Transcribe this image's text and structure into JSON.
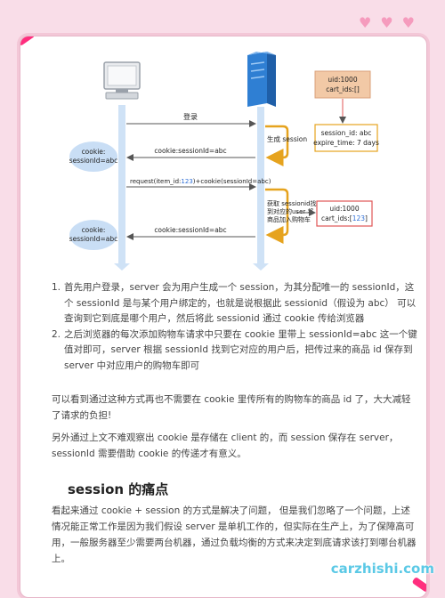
{
  "diagram": {
    "login_label": "登录",
    "cookie1_label": "cookie:sessionId=abc",
    "request_label_prefix": "request(item_id:",
    "request_item_id": "123",
    "request_label_suffix": ")+cookie(sessionId=abc)",
    "cookie2_label": "cookie:sessionId=abc",
    "generate_session_label": "生成 session",
    "lookup_label": [
      "获取 sessionid找",
      "到对应的user 将",
      "商品加入购物车"
    ],
    "client_cookie1": [
      "cookie:",
      "sessionId=abc"
    ],
    "client_cookie2": [
      "cookie:",
      "sessionId=abc"
    ],
    "user_box1": [
      "uid:1000",
      "cart_ids:[]"
    ],
    "session_box": [
      "session_id: abc",
      "expire_time: 7 days"
    ],
    "user_box2_line1": "uid:1000",
    "user_box2_prefix": "cart_ids:[",
    "user_box2_value": "123",
    "user_box2_suffix": "]"
  },
  "list": [
    {
      "num": "1.",
      "text": "首先用户登录，server 会为用户生成一个 session，为其分配唯一的 sessionId，这个 sessionId 是与某个用户绑定的，也就是说根据此 sessionid（假设为 abc） 可以查询到它到底是哪个用户，然后将此 sessionid 通过 cookie 传给浏览器"
    },
    {
      "num": "2.",
      "text": "之后浏览器的每次添加购物车请求中只要在 cookie 里带上 sessionId=abc 这一个键值对即可，server 根据 sessionId 找到它对应的用户后，把传过来的商品 id 保存到 server 中对应用户的购物车即可"
    }
  ],
  "para1": "可以看到通过这种方式再也不需要在 cookie 里传所有的购物车的商品 id 了，大大减轻了请求的负担!",
  "para2": "另外通过上文不难观察出 cookie 是存储在 client 的，而 session 保存在 server，sessionId 需要借助 cookie 的传递才有意义。",
  "heading": "session 的痛点",
  "para3": "看起来通过 cookie + session 的方式是解决了问题， 但是我们忽略了一个问题，上述情况能正常工作是因为我们假设 server 是单机工作的，但实际在生产上，为了保障高可用，一般服务器至少需要两台机器，通过负载均衡的方式来决定到底请求该打到哪台机器上。",
  "watermark": "carzhishi.com",
  "colors": {
    "background": "#f9dde8",
    "accent": "#ff2e7e",
    "session_bracket": "#e6a31e",
    "server": "#2f7fd3",
    "client_ellipse": "#c9def5",
    "user_box": "#f2c9a6",
    "number_highlight": "#2f6fd6",
    "watermark": "#5bc9e6"
  }
}
